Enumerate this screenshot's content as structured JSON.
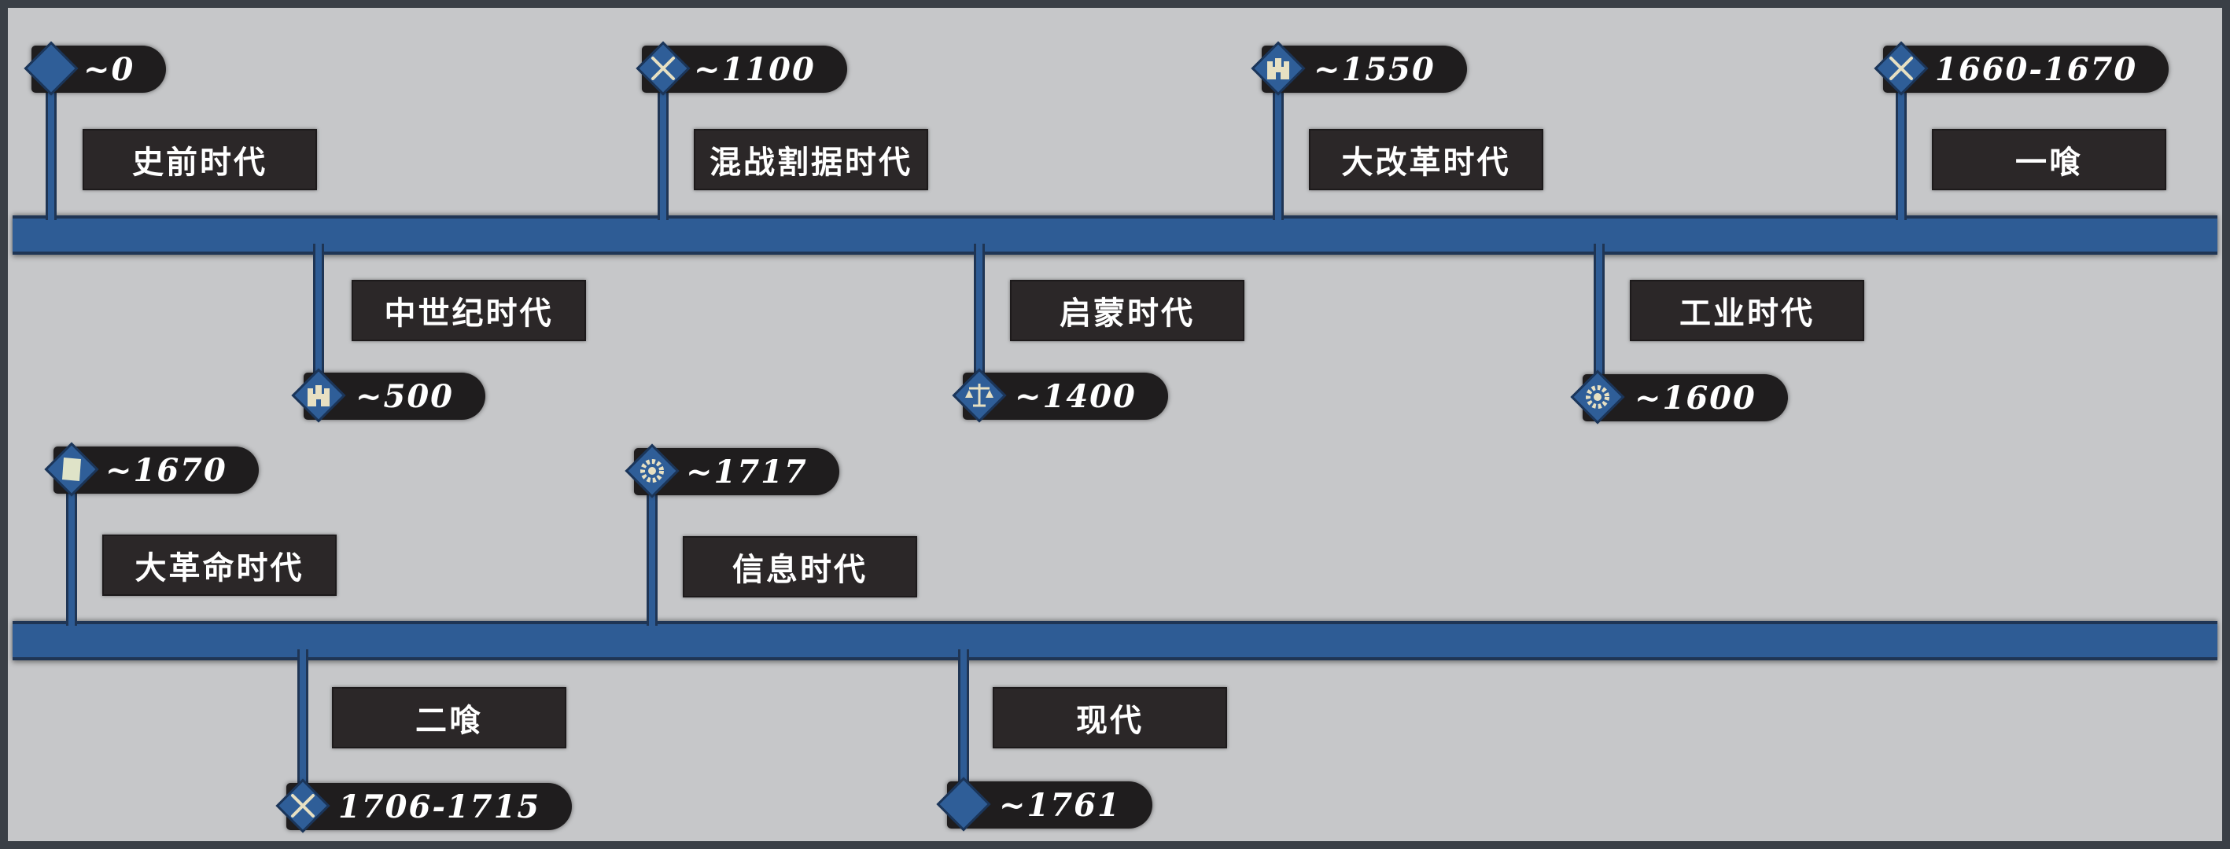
{
  "colors": {
    "background": "#c6c7c9",
    "axis": "#2e5c95",
    "label_bg": "#2b2728",
    "tag_bg": "#1f1d1e",
    "marker": "#2f5e98",
    "icon": "#e7e0c2"
  },
  "events": [
    {
      "date": "~0",
      "label": "史前时代",
      "icon": "flag-icon"
    },
    {
      "date": "~500",
      "label": "中世纪时代",
      "icon": "castle-icon"
    },
    {
      "date": "~1100",
      "label": "混战割据时代",
      "icon": "crossed-swords-icon"
    },
    {
      "date": "~1400",
      "label": "启蒙时代",
      "icon": "scales-icon"
    },
    {
      "date": "~1550",
      "label": "大改革时代",
      "icon": "castle-icon"
    },
    {
      "date": "~1600",
      "label": "工业时代",
      "icon": "gear-hammer-icon"
    },
    {
      "date": "1660-1670",
      "label": "一喰",
      "icon": "crossed-swords-icon"
    },
    {
      "date": "~1670",
      "label": "大革命时代",
      "icon": "scroll-icon"
    },
    {
      "date": "1706-1715",
      "label": "二喰",
      "icon": "crossed-swords-icon"
    },
    {
      "date": "~1717",
      "label": "信息时代",
      "icon": "gear-hammer-icon"
    },
    {
      "date": "~1761",
      "label": "现代",
      "icon": "flag-icon"
    }
  ]
}
